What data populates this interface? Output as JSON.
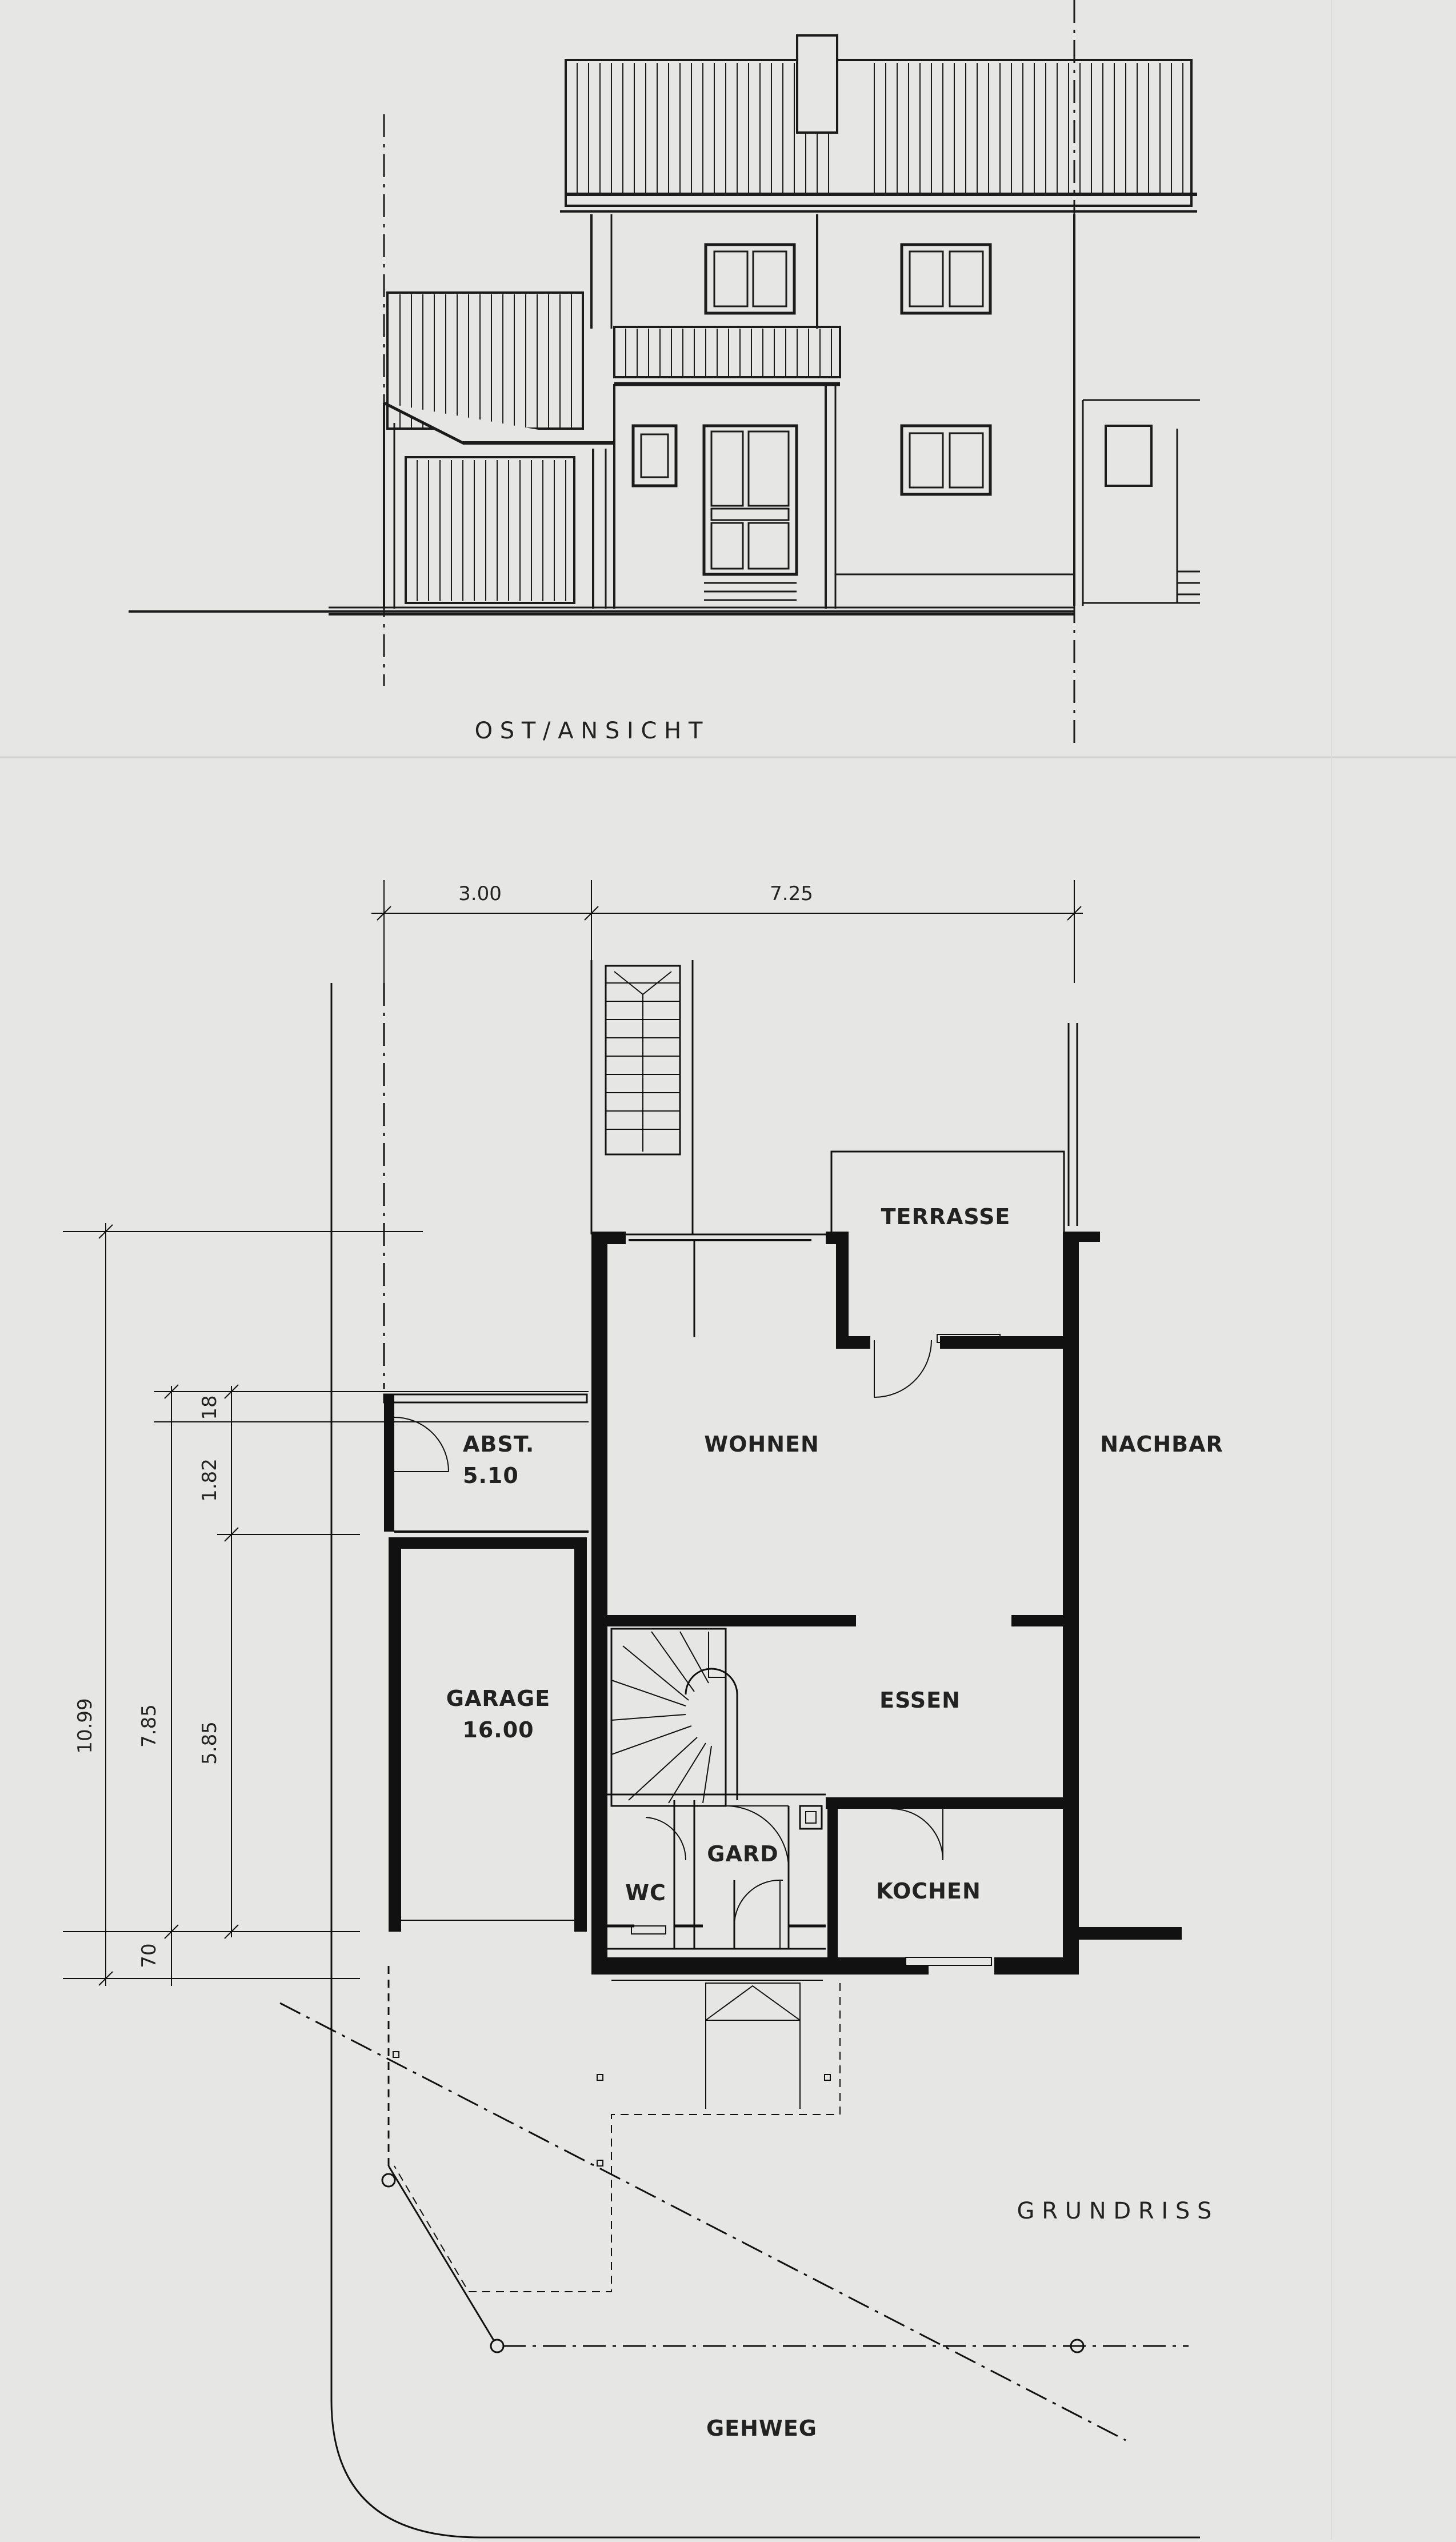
{
  "elevation": {
    "title": "O S T / A N S I C H T"
  },
  "plan": {
    "title": "G R U N D R I S S",
    "rooms": {
      "terrasse": "TERRASSE",
      "wohnen": "WOHNEN",
      "nachbar": "NACHBAR",
      "abst_name": "ABST.",
      "abst_area": "5.10",
      "garage_name": "GARAGE",
      "garage_area": "16.00",
      "essen": "ESSEN",
      "gard": "GARD",
      "wc": "WC",
      "kochen": "KOCHEN",
      "gehweg": "GEHWEG"
    },
    "dimensions": {
      "width_garage": "3.00",
      "width_house": "7.25",
      "total_depth": "10.99",
      "depth_785": "7.85",
      "depth_585": "5.85",
      "depth_182": "1.82",
      "depth_18": "18",
      "depth_70": "70"
    }
  }
}
